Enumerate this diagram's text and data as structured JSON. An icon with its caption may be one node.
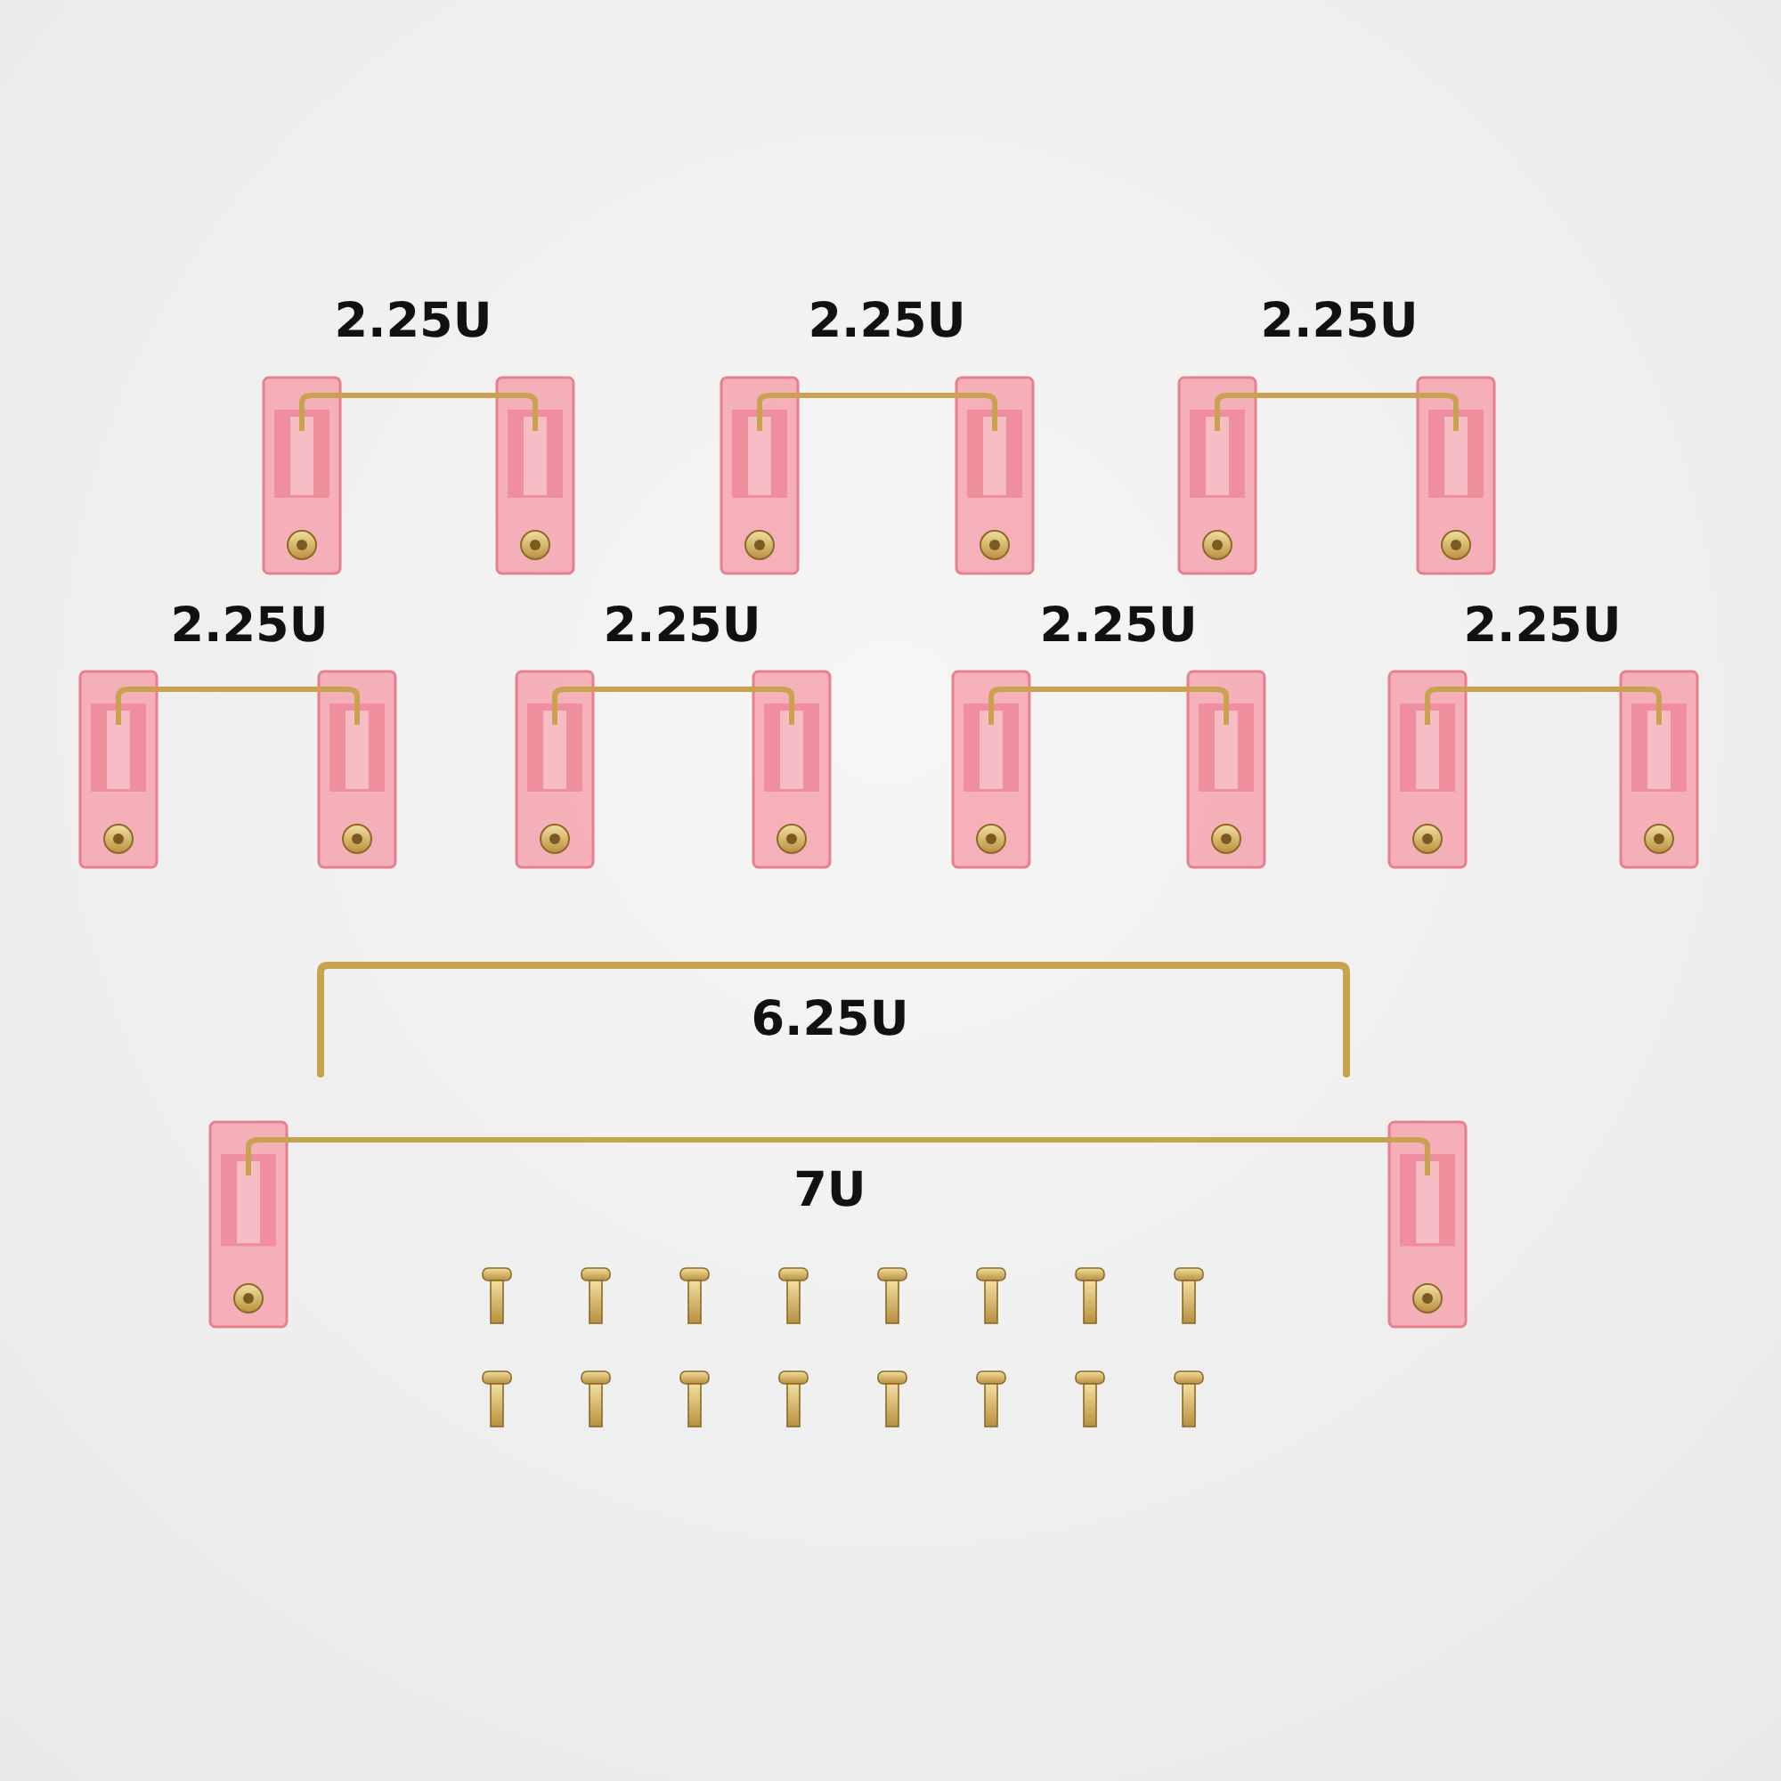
{
  "diagram": {
    "labels": [
      "2.25U",
      "2.25U",
      "2.25U",
      "2.25U",
      "2.25U",
      "2.25U",
      "2.25U",
      "6.25U",
      "7U"
    ]
  }
}
